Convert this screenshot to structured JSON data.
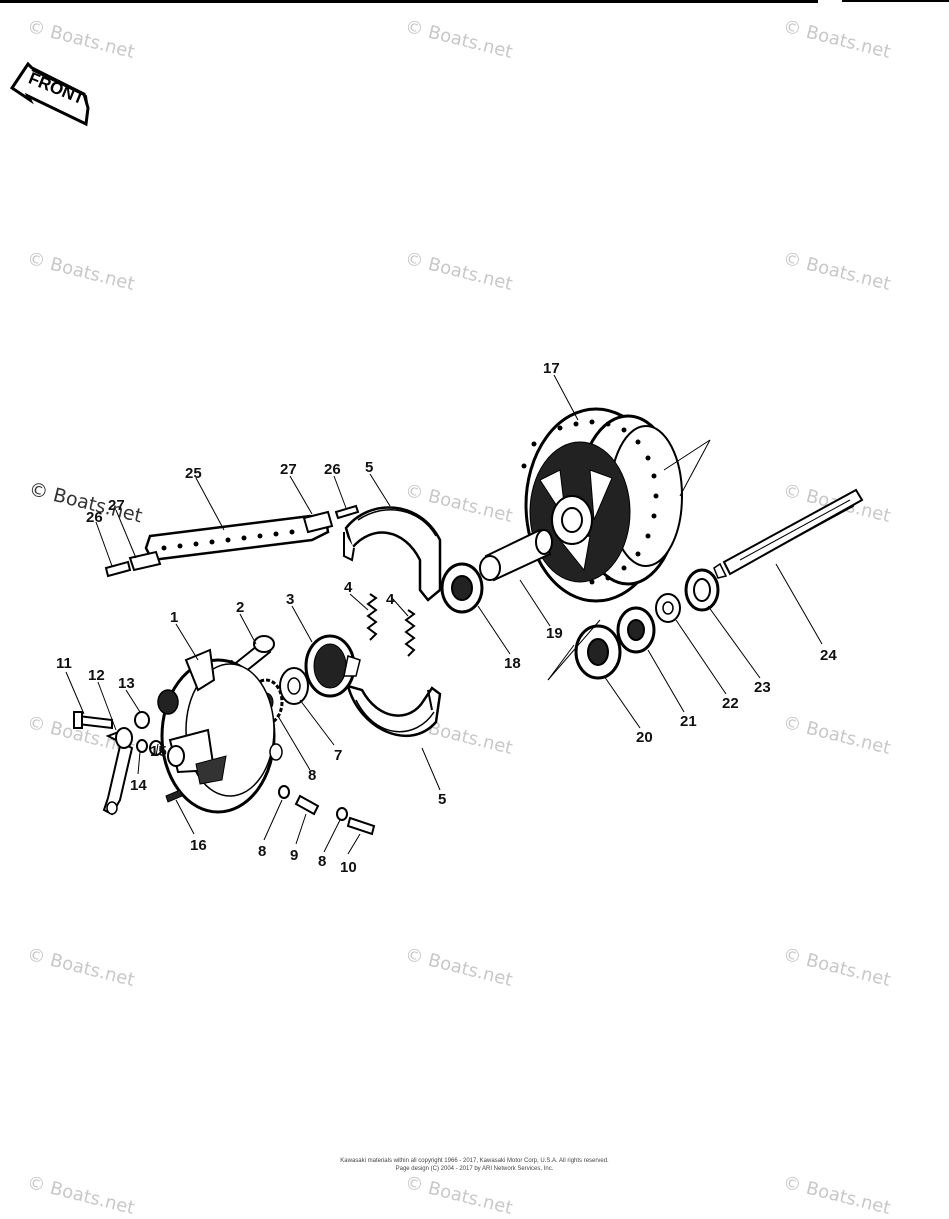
{
  "front_label": "FRONT",
  "watermark": "© Boats.net",
  "callouts": [
    {
      "id": "c1",
      "text": "1"
    },
    {
      "id": "c2",
      "text": "2"
    },
    {
      "id": "c3",
      "text": "3"
    },
    {
      "id": "c4a",
      "text": "4"
    },
    {
      "id": "c4b",
      "text": "4"
    },
    {
      "id": "c5a",
      "text": "5"
    },
    {
      "id": "c5b",
      "text": "5"
    },
    {
      "id": "c7",
      "text": "7"
    },
    {
      "id": "c8a",
      "text": "8"
    },
    {
      "id": "c8b",
      "text": "8"
    },
    {
      "id": "c8c",
      "text": "8"
    },
    {
      "id": "c9",
      "text": "9"
    },
    {
      "id": "c10",
      "text": "10"
    },
    {
      "id": "c11",
      "text": "11"
    },
    {
      "id": "c12",
      "text": "12"
    },
    {
      "id": "c13",
      "text": "13"
    },
    {
      "id": "c14",
      "text": "14"
    },
    {
      "id": "c15",
      "text": "15"
    },
    {
      "id": "c16",
      "text": "16"
    },
    {
      "id": "c17",
      "text": "17"
    },
    {
      "id": "c18",
      "text": "18"
    },
    {
      "id": "c19",
      "text": "19"
    },
    {
      "id": "c20",
      "text": "20"
    },
    {
      "id": "c21",
      "text": "21"
    },
    {
      "id": "c22",
      "text": "22"
    },
    {
      "id": "c23",
      "text": "23"
    },
    {
      "id": "c24",
      "text": "24"
    },
    {
      "id": "c25",
      "text": "25"
    },
    {
      "id": "c26a",
      "text": "26"
    },
    {
      "id": "c26b",
      "text": "26"
    },
    {
      "id": "c27a",
      "text": "27"
    },
    {
      "id": "c27b",
      "text": "27"
    }
  ],
  "footer": {
    "line1": "Kawasaki materials within all copyright 1966 - 2017, Kawasaki Motor Corp, U.S.A.  All rights reserved.",
    "line2": "Page design (C) 2004 - 2017 by ARI Network Services, Inc."
  }
}
